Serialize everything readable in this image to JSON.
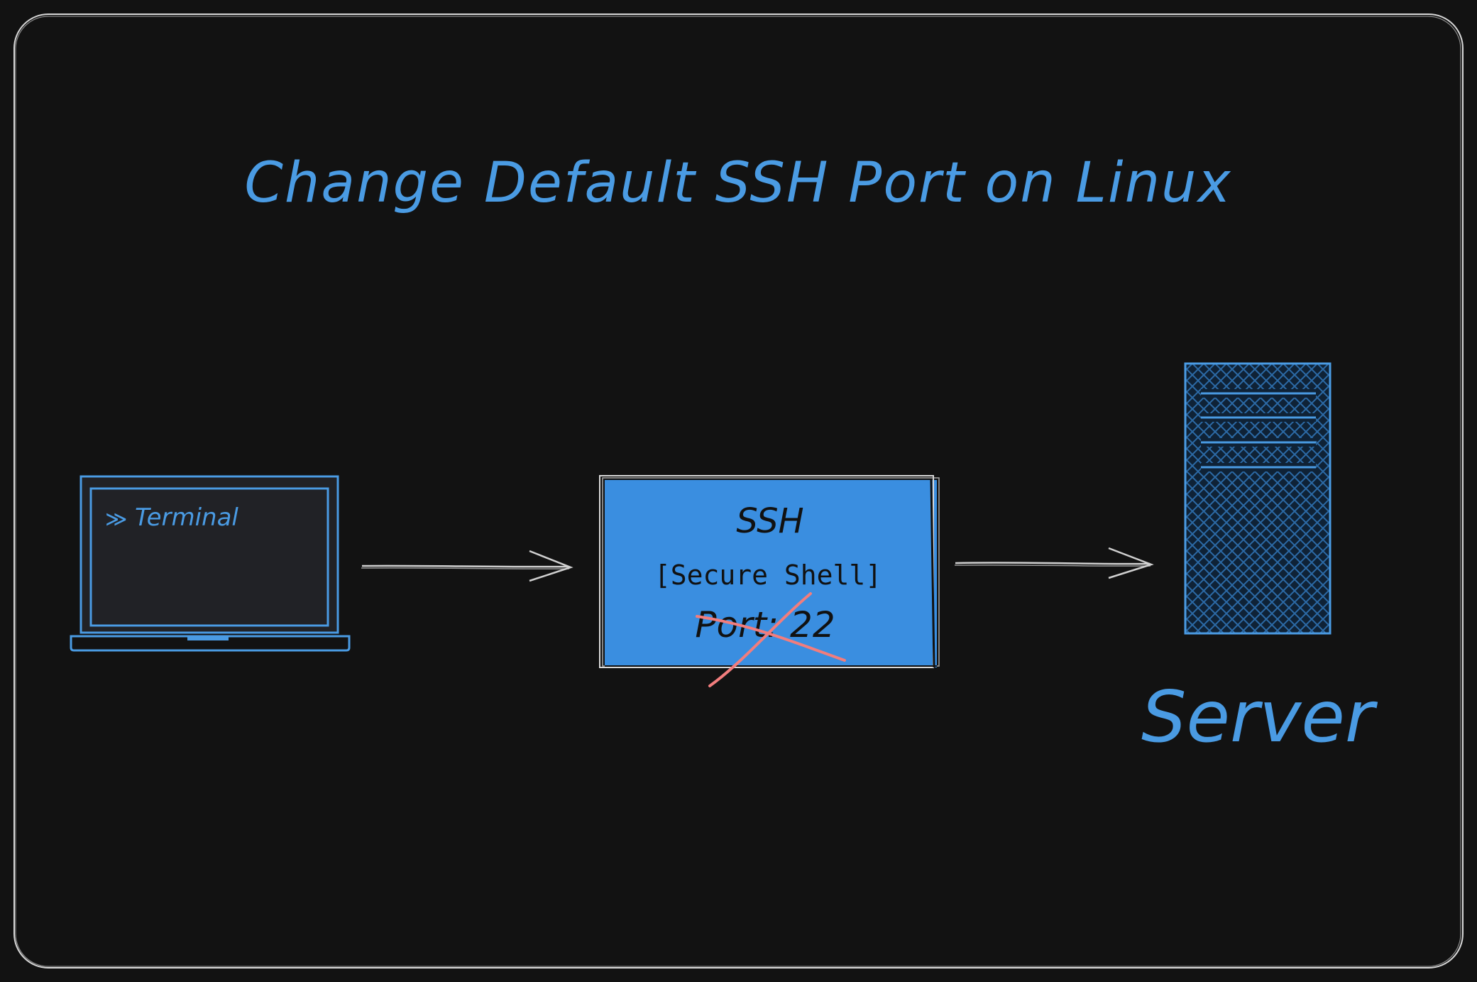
{
  "title": "Change Default SSH Port on Linux",
  "client": {
    "prompt_symbol": "≫",
    "terminal_label": "Terminal"
  },
  "ssh_box": {
    "heading": "SSH",
    "subtitle": "[Secure Shell]",
    "port_label": "Port: 22"
  },
  "server": {
    "label": "Server"
  },
  "colors": {
    "background": "#121212",
    "frame_stroke": "#d8d8d8",
    "accent_blue": "#4a9be3",
    "ssh_box_fill": "#3a8ee0",
    "laptop_screen_fill": "#212226",
    "server_fill": "#0f2236",
    "cross_red": "#f27d7d",
    "arrow": "#d0d0d0",
    "text_dark": "#111111"
  },
  "icons": [
    "laptop-icon",
    "server-icon",
    "cross-out-mark",
    "arrow-right-icon"
  ]
}
